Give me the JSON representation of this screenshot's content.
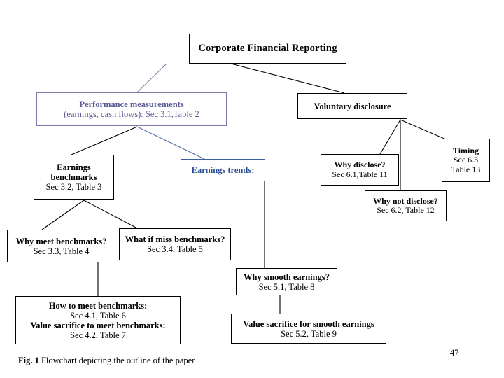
{
  "figure": {
    "title_box": {
      "lines": [
        "Corporate Financial Reporting"
      ]
    },
    "caption": {
      "label": "Fig. 1",
      "text": "Flowchart depicting the outline of the paper"
    },
    "page_number": "47",
    "colors": {
      "accent_purple": "#5a5a96",
      "accent_purple_border": "#7b7ba8",
      "accent_blue": "#2a4f96",
      "accent_blue_border": "#3a5f9f",
      "default_line": "#000000",
      "background": "#ffffff"
    },
    "nodes": {
      "performance_measurements": {
        "line1": "Performance measurements",
        "line2": "(earnings, cash flows): Sec 3.1,Table 2"
      },
      "voluntary_disclosure": {
        "line1": "Voluntary disclosure"
      },
      "earnings_benchmarks": {
        "line1": "Earnings",
        "line2": "benchmarks",
        "line3": "Sec 3.2, Table 3"
      },
      "earnings_trends": {
        "line1": "Earnings trends:"
      },
      "why_disclose": {
        "line1": "Why disclose?",
        "line2": "Sec 6.1,Table 11"
      },
      "timing": {
        "line1": "Timing",
        "line2": "Sec 6.3",
        "line3": "Table 13"
      },
      "why_not_disclose": {
        "line1": "Why not disclose?",
        "line2": "Sec 6.2, Table 12"
      },
      "why_meet_benchmarks": {
        "line1": "Why meet benchmarks?",
        "line2": "Sec 3.3, Table 4"
      },
      "what_if_miss_benchmarks": {
        "line1": "What if miss benchmarks?",
        "line2": "Sec 3.4, Table 5"
      },
      "why_smooth_earnings": {
        "line1": "Why smooth earnings?",
        "line2": "Sec 5.1, Table 8"
      },
      "how_to_meet_benchmarks": {
        "line1": "How to meet benchmarks:",
        "line2": "Sec 4.1, Table 6",
        "line3": "Value sacrifice to meet benchmarks:",
        "line4": "Sec 4.2, Table 7"
      },
      "value_sacrifice_smooth": {
        "line1": "Value sacrifice for smooth earnings",
        "line2": "Sec 5.2, Table 9"
      }
    }
  }
}
